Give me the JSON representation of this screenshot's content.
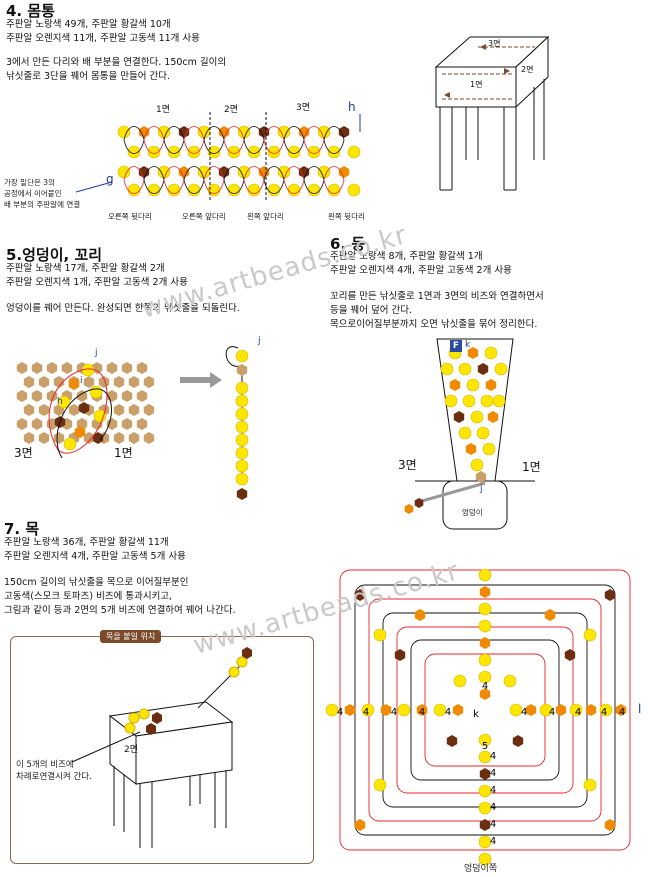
{
  "colors": {
    "yellow": "#ffe600",
    "orange": "#f08a00",
    "brown": "#6b2e10",
    "red": "#e8252a",
    "darkline": "#111111"
  },
  "s4": {
    "title": "4. 몸통",
    "line1": "주판알 노랑색 49개, 주판알 황갈색 10개",
    "line2": "주판알 오렌지색 11개, 주판알 고동색 11개 사용",
    "line3": "3에서 만든 다리와 배 부분을 연결한다. 150cm 길이의",
    "line4": "낚싯줄로 3단을 꿰어 몸통을 만들어 간다.",
    "face1": "1면",
    "face2": "2면",
    "face3": "3면",
    "h": "h",
    "g": "g",
    "note1": "가장 밑단은 3의",
    "note2": "공정에서 이어붙인",
    "note3": "배 부분의 주판알에 연결",
    "leg1": "오른쪽 뒷다리",
    "leg2": "오른쪽 앞다리",
    "leg3": "왼쪽 앞다리",
    "leg4": "왼쪽 뒷다리",
    "box3": "3면",
    "box2": "2면",
    "box1": "1면"
  },
  "s5": {
    "title": "5.엉덩이, 꼬리",
    "line1": "주판알 노랑색 17개, 주판알 황갈색 2개",
    "line2": "주판알 오렌지색 1개, 주판알 고동색 2개 사용",
    "line3": "엉덩이를 꿰어 만든다. 완성되면 한쪽의 낚싯줄을 되돌린다.",
    "face3": "3면",
    "face1": "1면",
    "i": "i",
    "j": "j",
    "h": "h"
  },
  "s6": {
    "title": "6. 등",
    "line1": "주판알 노랑색 8개, 주판알 황갈색 1개",
    "line2": "주판알 오렌지색 4개, 주판알 고동색 2개 사용",
    "line3": "꼬리를 만든 낚싯줄로 1면과 3면의 비즈와 연결하면서",
    "line4": "등을 꿰어 덮어 간다.",
    "line5": "목으로이어질부분까지 오면 낚싯줄을 묶어 정리한다.",
    "face3": "3면",
    "face1": "1면",
    "F": "F",
    "k": "k",
    "j": "j",
    "tail": "엉덩이"
  },
  "s7": {
    "title": "7. 목",
    "line1": "주판알 노랑색 36개, 주판알 황갈색 11개",
    "line2": "주판알 오렌지색 4개, 주판알 고동색 5개 사용",
    "line3": "150cm 길이의 낚싯줄을 목으로 이어질부분인",
    "line4": "고동색(스모크 토파즈) 비즈에 통과시키고,",
    "line5": "그림과 같이 등과 2면의 5개 비즈에 연결하여 꿰어 나간다.",
    "boxtag": "목을 붙일 위치",
    "face2": "2면",
    "note1": "이 5개의 비즈에",
    "note2": "차례로연결시켜 간다.",
    "k": "k",
    "l": "l",
    "five": "5",
    "four": "4",
    "bottom": "엉덩이쪽"
  },
  "watermark": "www.artbeads.co.kr"
}
